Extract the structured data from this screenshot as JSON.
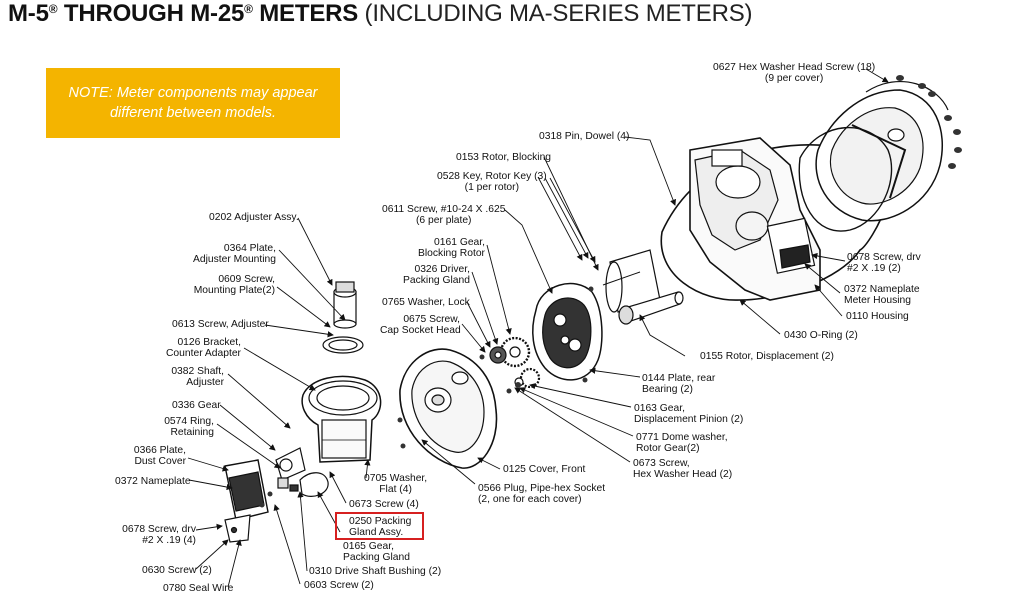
{
  "title": {
    "bold_part": "M-5",
    "bold_sup1": "®",
    "bold_mid": " THROUGH M-25",
    "bold_sup2": "®",
    "bold_end": " METERS",
    "thin_part": " (INCLUDING MA-SERIES METERS)"
  },
  "note": {
    "line1": "NOTE: Meter components may appear",
    "line2": "different between models."
  },
  "labels": {
    "l0627a": "0627 Hex Washer Head Screw (18)",
    "l0627b": "(9 per cover)",
    "l0318": "0318 Pin, Dowel (4)",
    "l0153": "0153 Rotor, Blocking",
    "l0528a": "0528 Key, Rotor Key (3)",
    "l0528b": "(1 per rotor)",
    "l0611a": "0611 Screw, #10-24 X .625",
    "l0611b": "(6 per plate)",
    "l0202": "0202 Adjuster Assy.",
    "l0161a": "0161 Gear,",
    "l0161b": "Blocking Rotor",
    "l0364a": "0364 Plate,",
    "l0364b": "Adjuster Mounting",
    "l0326a": "0326 Driver,",
    "l0326b": "Packing Gland",
    "l0609a": "0609 Screw,",
    "l0609b": "Mounting Plate(2)",
    "l0765": "0765 Washer, Lock",
    "l0675a": "0675 Screw,",
    "l0675b": "Cap Socket Head",
    "l0613": "0613 Screw, Adjuster",
    "l0126a": "0126 Bracket,",
    "l0126b": "Counter Adapter",
    "l0382a": "0382 Shaft,",
    "l0382b": "Adjuster",
    "l0336": "0336 Gear",
    "l0574a": "0574 Ring,",
    "l0574b": "Retaining",
    "l0366a": "0366 Plate,",
    "l0366b": "Dust Cover",
    "l0372l": "0372 Nameplate",
    "l0678la": "0678 Screw, drv",
    "l0678lb": "#2 X .19 (4)",
    "l0630": "0630 Screw (2)",
    "l0780": "0780 Seal Wire",
    "l0603": "0603 Screw (2)",
    "l0310": "0310 Drive Shaft Bushing (2)",
    "l0165a": "0165 Gear,",
    "l0165b": "Packing Gland",
    "l0250a": "0250 Packing",
    "l0250b": "Gland Assy.",
    "l0673l": "0673 Screw (4)",
    "l0705a": "0705 Washer,",
    "l0705b": "Flat (4)",
    "l0566a": "0566 Plug, Pipe-hex Socket",
    "l0566b": "(2, one for each cover)",
    "l0125": "0125 Cover, Front",
    "l0673ra": "0673 Screw,",
    "l0673rb": "Hex Washer Head (2)",
    "l0771a": "0771 Dome washer,",
    "l0771b": "Rotor Gear(2)",
    "l0163a": "0163 Gear,",
    "l0163b": "Displacement Pinion (2)",
    "l0144a": "0144 Plate, rear",
    "l0144b": "Bearing (2)",
    "l0155": "0155 Rotor, Displacement (2)",
    "l0430": "0430 O-Ring (2)",
    "l0110": "0110 Housing",
    "l0372ra": "0372 Nameplate",
    "l0372rb": "Meter Housing",
    "l0678ra": "0678 Screw, drv",
    "l0678rb": "#2 X .19 (2)"
  }
}
